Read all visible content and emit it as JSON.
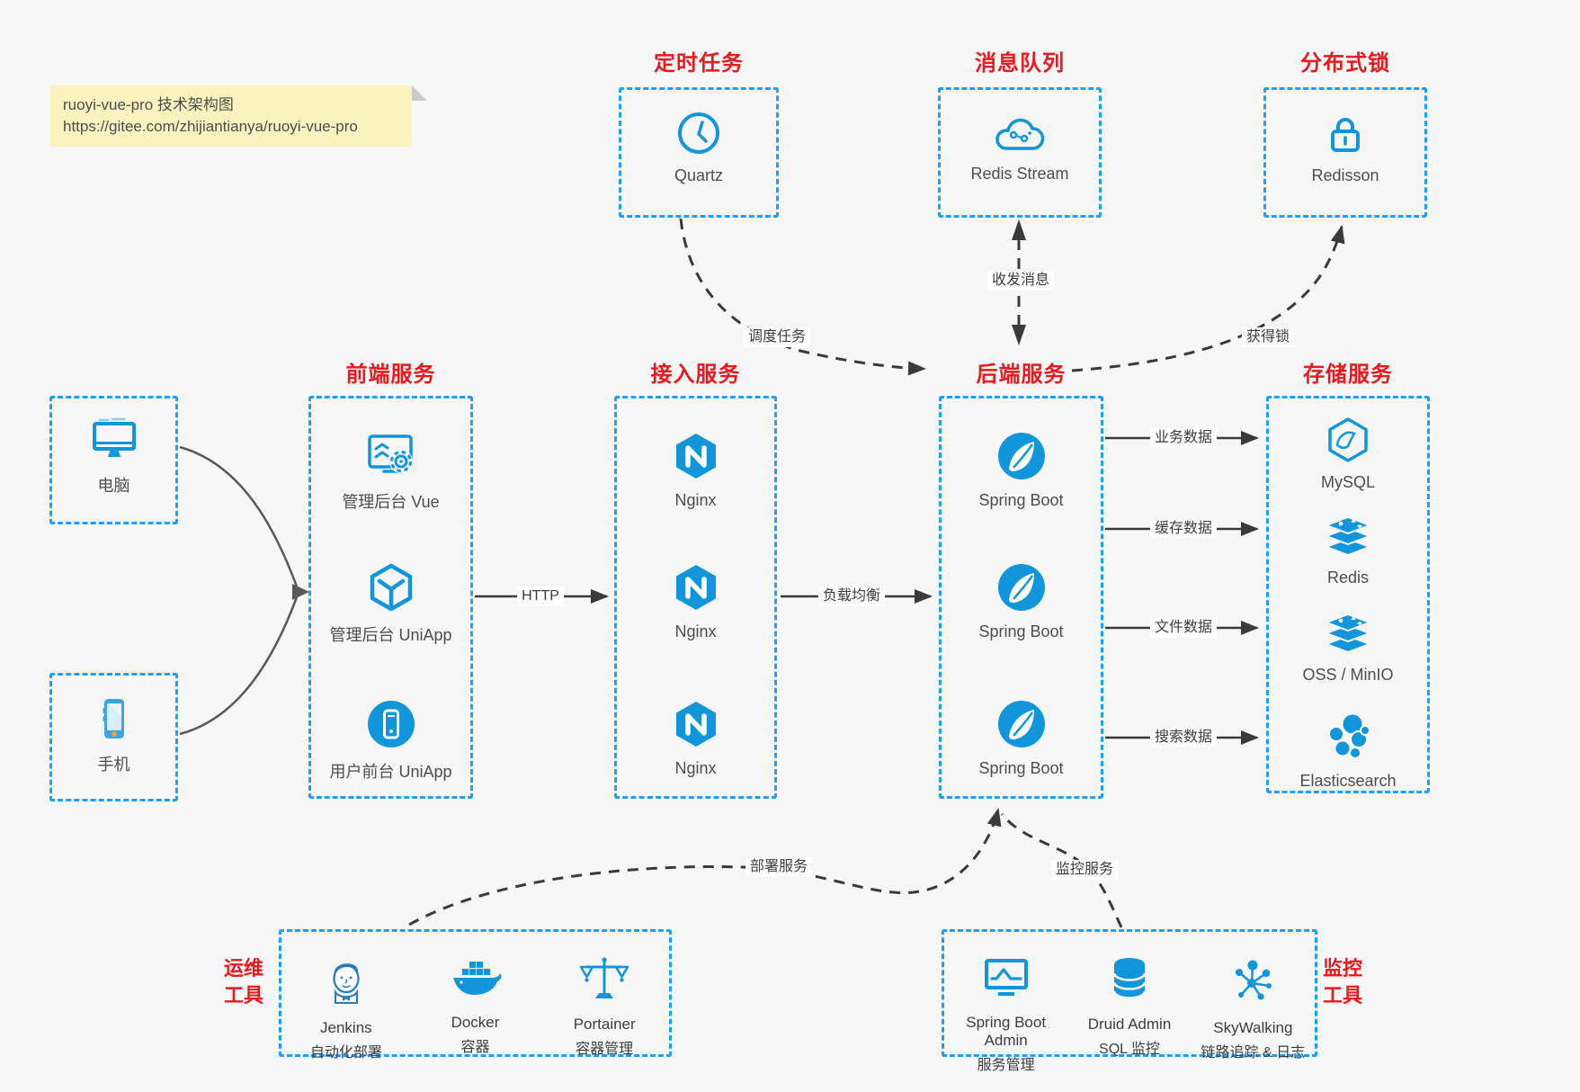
{
  "page": {
    "background": "#f7f7f7"
  },
  "colors": {
    "border_blue": "#1e9fff",
    "icon_blue": "#1296db",
    "title_red": "#e8191f",
    "note_bg": "#faf3c0",
    "arrow_dark": "#3a3a3a"
  },
  "note": {
    "line1": "ruoyi-vue-pro 技术架构图",
    "line2": "https://gitee.com/zhijiantianya/ruoyi-vue-pro"
  },
  "top_groups": [
    {
      "title": "定时任务",
      "item": {
        "icon": "clock-icon",
        "label": "Quartz"
      }
    },
    {
      "title": "消息队列",
      "item": {
        "icon": "cloud-stream-icon",
        "label": "Redis Stream"
      }
    },
    {
      "title": "分布式锁",
      "item": {
        "icon": "lock-icon",
        "label": "Redisson"
      }
    }
  ],
  "clients": [
    {
      "icon": "desktop-icon",
      "label": "电脑"
    },
    {
      "icon": "phone-icon",
      "label": "手机"
    }
  ],
  "columns": [
    {
      "title": "前端服务",
      "items": [
        {
          "icon": "admin-vue-icon",
          "label": "管理后台 Vue"
        },
        {
          "icon": "uniapp-cube-icon",
          "label": "管理后台 UniApp"
        },
        {
          "icon": "mobile-app-icon",
          "label": "用户前台 UniApp"
        }
      ]
    },
    {
      "title": "接入服务",
      "items": [
        {
          "icon": "nginx-icon",
          "label": "Nginx"
        },
        {
          "icon": "nginx-icon",
          "label": "Nginx"
        },
        {
          "icon": "nginx-icon",
          "label": "Nginx"
        }
      ]
    },
    {
      "title": "后端服务",
      "items": [
        {
          "icon": "spring-boot-icon",
          "label": "Spring Boot"
        },
        {
          "icon": "spring-boot-icon",
          "label": "Spring Boot"
        },
        {
          "icon": "spring-boot-icon",
          "label": "Spring Boot"
        }
      ]
    },
    {
      "title": "存储服务",
      "items": [
        {
          "icon": "mysql-icon",
          "label": "MySQL"
        },
        {
          "icon": "redis-icon",
          "label": "Redis"
        },
        {
          "icon": "oss-minio-icon",
          "label": "OSS / MinIO"
        },
        {
          "icon": "elasticsearch-icon",
          "label": "Elasticsearch"
        }
      ]
    }
  ],
  "edges": {
    "http": "HTTP",
    "load_balance": "负载均衡",
    "schedule": "调度任务",
    "message": "收发消息",
    "lock": "获得锁",
    "business_data": "业务数据",
    "cache_data": "缓存数据",
    "file_data": "文件数据",
    "search_data": "搜索数据",
    "deploy": "部署服务",
    "monitor": "监控服务"
  },
  "bottom_groups": [
    {
      "side_label": "运维\n工具",
      "items": [
        {
          "icon": "jenkins-icon",
          "label": "Jenkins",
          "sublabel": "自动化部署"
        },
        {
          "icon": "docker-icon",
          "label": "Docker",
          "sublabel": "容器"
        },
        {
          "icon": "portainer-icon",
          "label": "Portainer",
          "sublabel": "容器管理"
        }
      ]
    },
    {
      "side_label": "监控\n工具",
      "items": [
        {
          "icon": "springboot-admin-icon",
          "label": "Spring Boot Admin",
          "sublabel": "服务管理"
        },
        {
          "icon": "druid-icon",
          "label": "Druid Admin",
          "sublabel": "SQL 监控"
        },
        {
          "icon": "skywalking-icon",
          "label": "SkyWalking",
          "sublabel": "链路追踪 & 日志"
        }
      ]
    }
  ]
}
